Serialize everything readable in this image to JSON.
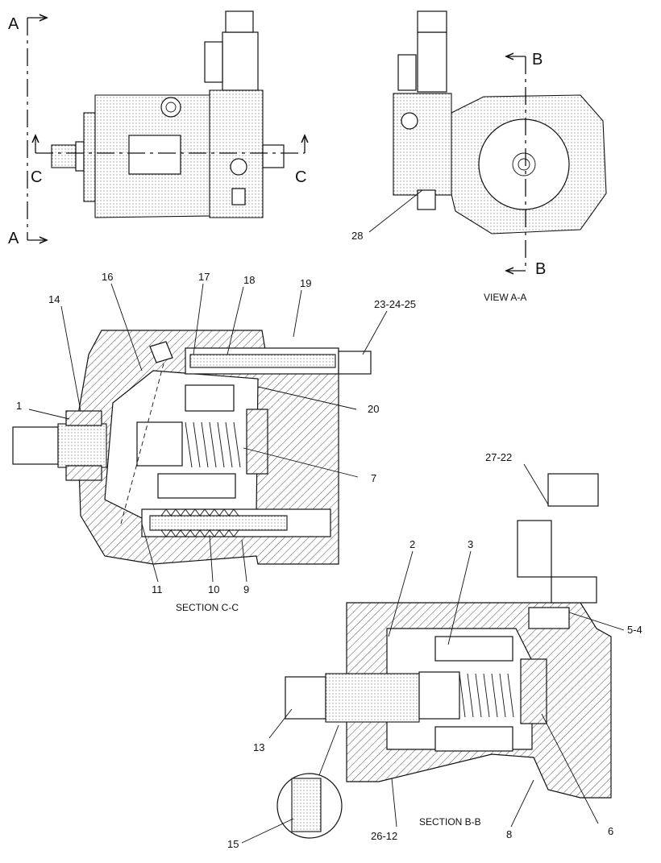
{
  "section_markers": {
    "a_top": "A",
    "a_bottom": "A",
    "c_left": "C",
    "c_right": "C",
    "b_top": "B",
    "b_bottom": "B"
  },
  "captions": {
    "view_aa": "VIEW A-A",
    "section_cc": "SECTION C-C",
    "section_bb": "SECTION B-B"
  },
  "callouts": {
    "c1": "1",
    "c2": "2",
    "c3": "3",
    "c5_4": "5-4",
    "c6": "6",
    "c7": "7",
    "c8": "8",
    "c9": "9",
    "c10": "10",
    "c11": "11",
    "c13": "13",
    "c14": "14",
    "c15": "15",
    "c16": "16",
    "c17": "17",
    "c18": "18",
    "c19": "19",
    "c20": "20",
    "c23_24_25": "23-24-25",
    "c26_12": "26-12",
    "c27_22": "27-22",
    "c28": "28"
  }
}
